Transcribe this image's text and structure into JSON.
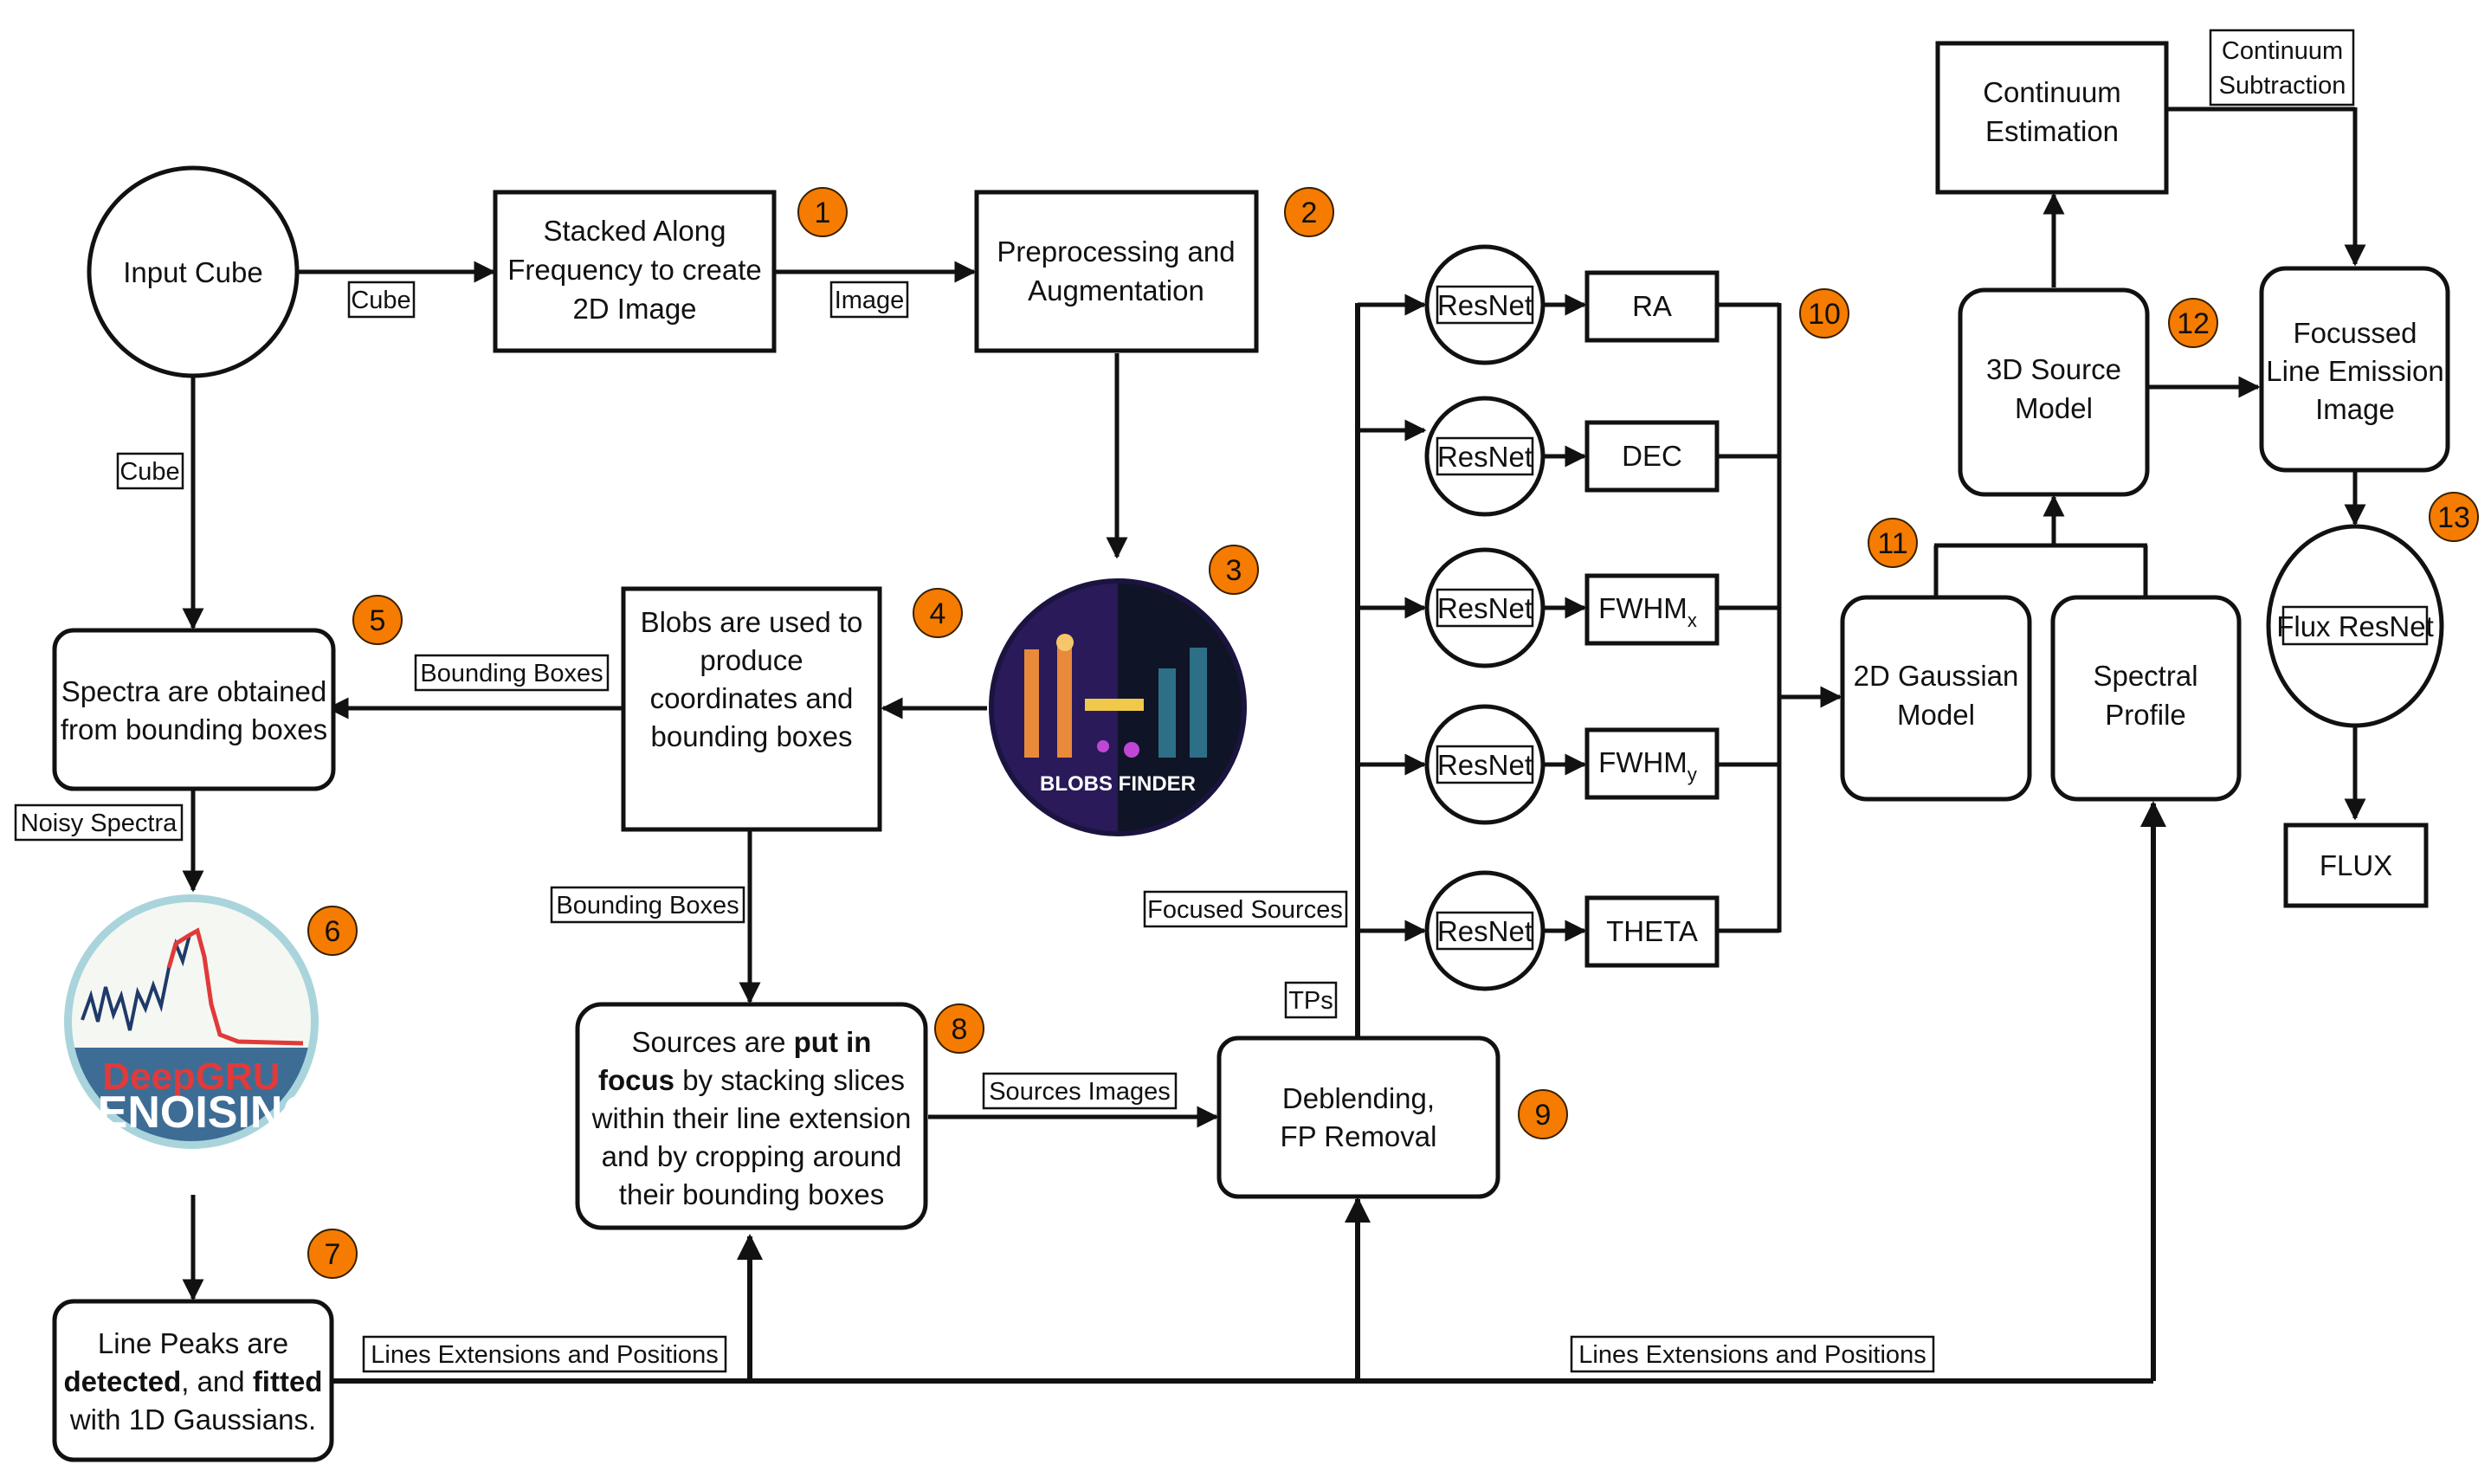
{
  "nodes": {
    "input_cube": "Input Cube",
    "stacked": [
      "Stacked Along",
      "Frequency to create",
      "2D Image"
    ],
    "preprocessing": [
      "Preprocessing and",
      "Augmentation"
    ],
    "blobs_finder_logo": "BLOBS FINDER",
    "blobs_used": [
      "Blobs are used to",
      "produce",
      "coordinates and",
      "bounding boxes"
    ],
    "spectra": [
      "Spectra are obtained",
      "from bounding boxes"
    ],
    "deepgru_logo": [
      "DeepGRU",
      "DENOISING"
    ],
    "line_peaks": {
      "l1": "Line Peaks are",
      "l2a": "detected",
      "l2b": ", and ",
      "l2c": "fitted",
      "l3": "with 1D Gaussians."
    },
    "sources": {
      "l1a": "Sources are ",
      "l1b": "put in",
      "l2a": "focus",
      "l2b": " by stacking slices",
      "l3": "within their line extension",
      "l4": "and by cropping around",
      "l5": "their bounding boxes"
    },
    "deblending": [
      "Deblending,",
      "FP Removal"
    ],
    "resnet": "ResNet",
    "outputs": {
      "ra": "RA",
      "dec": "DEC",
      "fwhm": "FWHM",
      "sub_x": "x",
      "sub_y": "y",
      "theta": "THETA"
    },
    "gaussian_2d": [
      "2D Gaussian",
      "Model"
    ],
    "spectral_profile": [
      "Spectral",
      "Profile"
    ],
    "source_3d": [
      "3D Source",
      "Model"
    ],
    "continuum_estimation": [
      "Continuum",
      "Estimation"
    ],
    "focussed": [
      "Focussed",
      "Line Emission",
      "Image"
    ],
    "flux_resnet": "Flux ResNet",
    "flux": "FLUX"
  },
  "edges": {
    "cube_right": "Cube",
    "image": "Image",
    "cube_down": "Cube",
    "bounding_boxes_left": "Bounding Boxes",
    "noisy_spectra": "Noisy Spectra",
    "bounding_boxes_down": "Bounding Boxes",
    "sources_images": "Sources Images",
    "focused_sources": "Focused Sources",
    "tps": "TPs",
    "lines_ext_left": "Lines Extensions and Positions",
    "lines_ext_right": "Lines Extensions and Positions",
    "continuum_subtraction": [
      "Continuum",
      "Subtraction"
    ]
  },
  "steps": [
    "1",
    "2",
    "3",
    "4",
    "5",
    "6",
    "7",
    "8",
    "9",
    "10",
    "11",
    "12",
    "13"
  ],
  "colors": {
    "badge": "#f57c00",
    "blobs_bg": "#1b1440",
    "deepgru_ring": "#a9d4dc",
    "deepgru_band": "#3d6d95",
    "deepgru_red": "#e03a3a"
  }
}
